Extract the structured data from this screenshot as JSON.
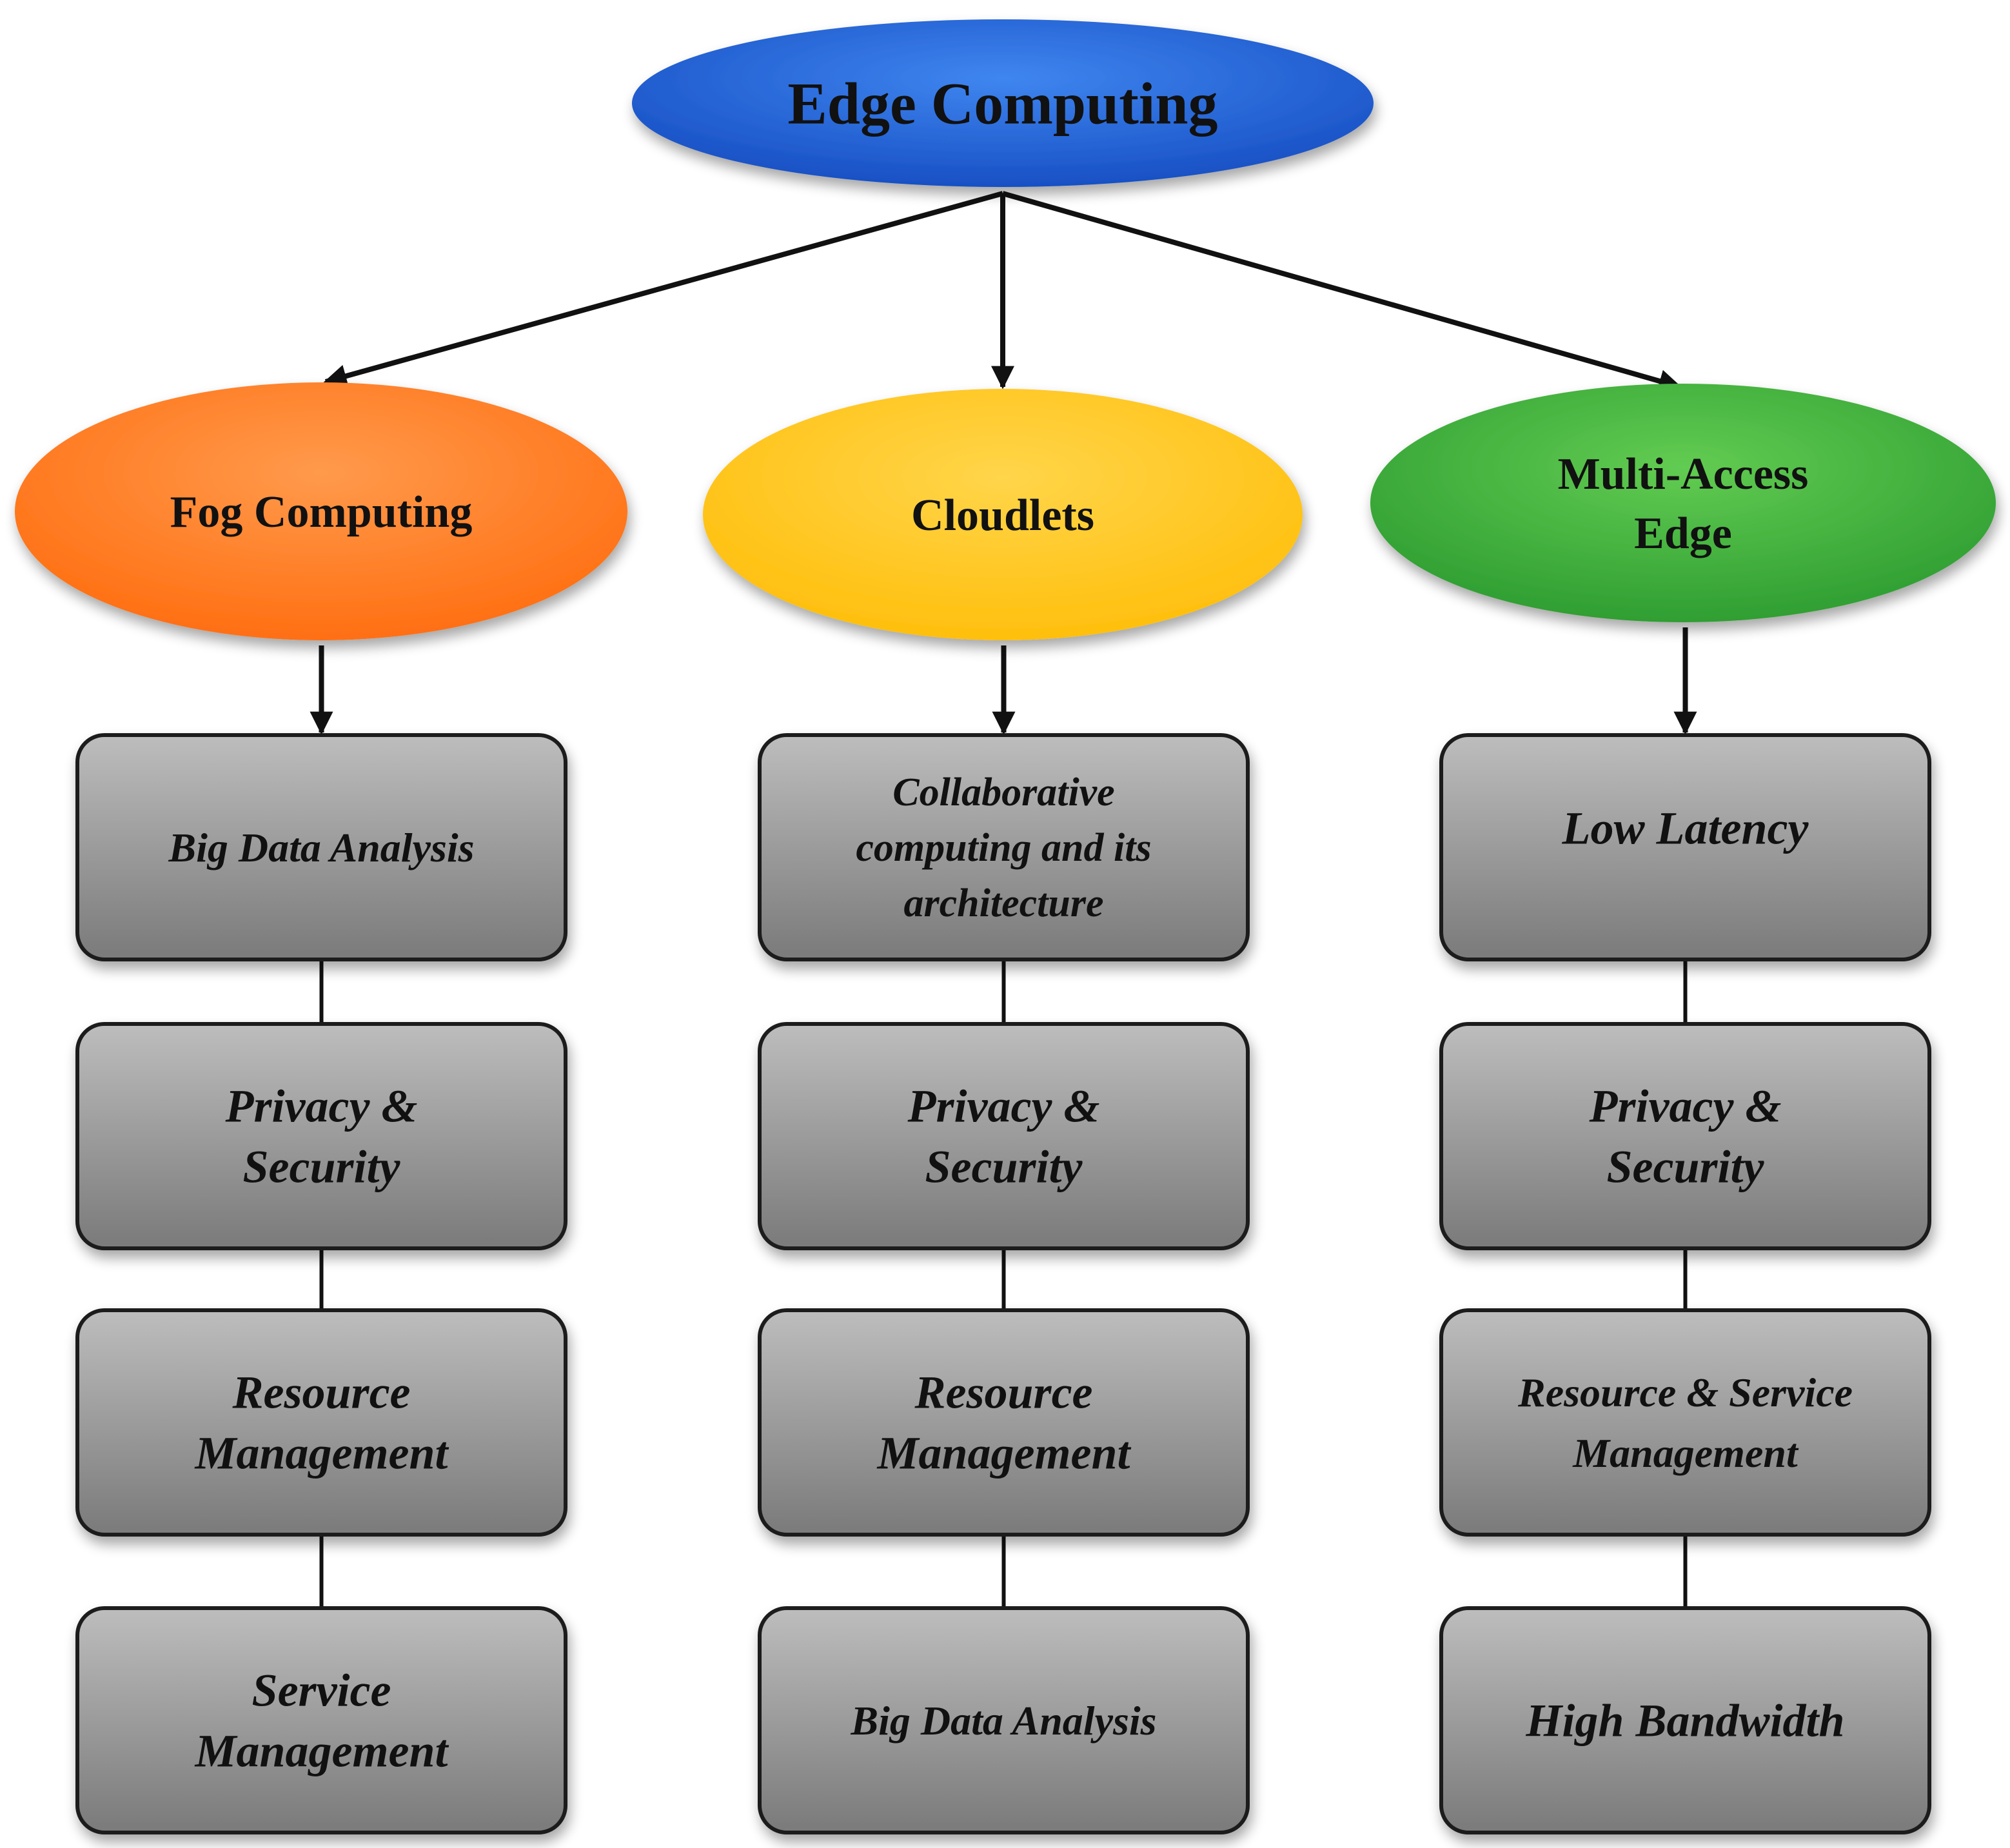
{
  "root": {
    "label": "Edge Computing",
    "color": "#1f5fd1"
  },
  "branches": [
    {
      "label_lines": [
        "Fog Computing"
      ],
      "color": "#ff7a1c",
      "items": [
        [
          "Big Data Analysis"
        ],
        [
          "Privacy &",
          "Security"
        ],
        [
          "Resource",
          "Management"
        ],
        [
          "Service",
          "Management"
        ]
      ]
    },
    {
      "label_lines": [
        "Cloudlets"
      ],
      "color": "#ffc21a",
      "items": [
        [
          "Collaborative",
          "computing and its",
          "architecture"
        ],
        [
          "Privacy &",
          "Security"
        ],
        [
          "Resource",
          "Management"
        ],
        [
          "Big Data Analysis"
        ]
      ]
    },
    {
      "label_lines": [
        "Multi-Access",
        "Edge"
      ],
      "color": "#3eb33e",
      "items": [
        [
          "Low Latency"
        ],
        [
          "Privacy &",
          "Security"
        ],
        [
          "Resource & Service",
          "Management"
        ],
        [
          "High Bandwidth"
        ]
      ]
    }
  ]
}
